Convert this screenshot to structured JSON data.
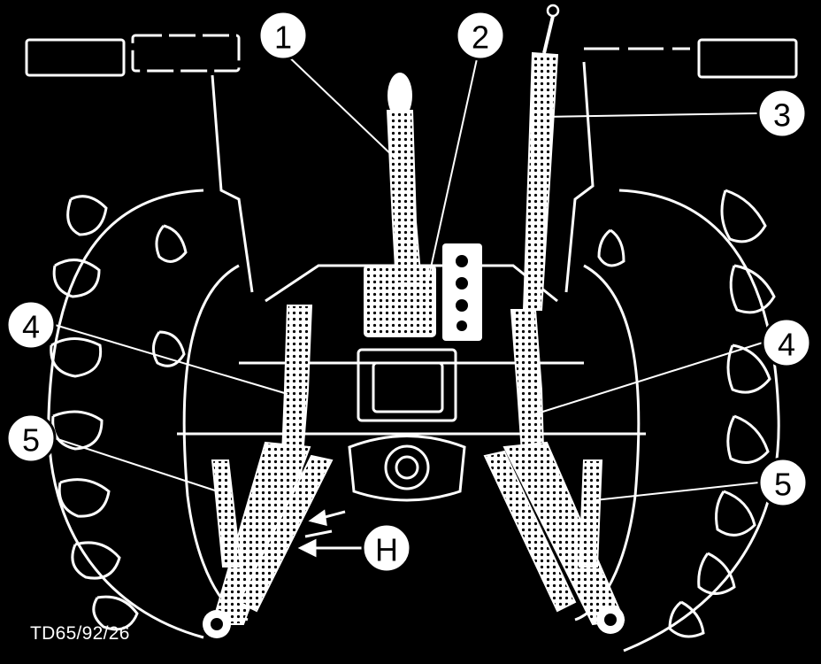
{
  "figure": {
    "reference": "TD65/92/26",
    "subject": "tractor-rear-three-point-hitch"
  },
  "callouts": [
    {
      "id": "callout-1",
      "label": "1",
      "part": "top-link"
    },
    {
      "id": "callout-2",
      "label": "2",
      "part": "top-link-bracket"
    },
    {
      "id": "callout-3",
      "label": "3",
      "part": "lift-rod-adjuster"
    },
    {
      "id": "callout-4-left",
      "label": "4",
      "part": "lift-rod-left"
    },
    {
      "id": "callout-4-right",
      "label": "4",
      "part": "lift-rod-right"
    },
    {
      "id": "callout-5-left",
      "label": "5",
      "part": "stabilizer-left"
    },
    {
      "id": "callout-5-right",
      "label": "5",
      "part": "stabilizer-right"
    },
    {
      "id": "callout-h",
      "label": "H",
      "part": "lower-link-hole-positions"
    }
  ],
  "colors": {
    "background": "#000000",
    "line": "#ffffff"
  }
}
